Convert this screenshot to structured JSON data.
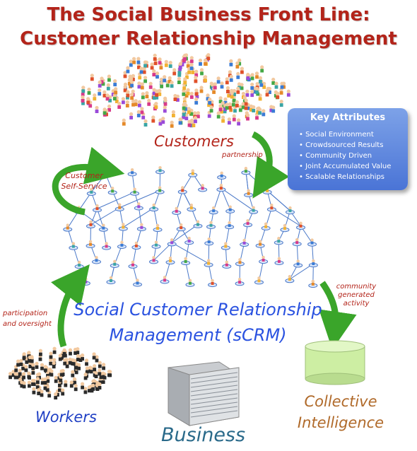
{
  "title": {
    "line1": "The Social Business Front Line:",
    "line2": "Customer Relationship Management"
  },
  "labels": {
    "customers": "Customers",
    "partnership": "partnership",
    "self_service_line1": "Customer",
    "self_service_line2": "Self-Service",
    "participation_line1": "participation",
    "participation_line2": "and oversight",
    "community_line1": "community",
    "community_line2": "generated",
    "community_line3": "activity",
    "scrm_line1": "Social Customer Relationship",
    "scrm_line2": "Management (sCRM)",
    "workers": "Workers",
    "business": "Business",
    "collective_line1": "Collective",
    "collective_line2": "Intelligence"
  },
  "key_attributes": {
    "title": "Key Attributes",
    "items": [
      "Social Environment",
      "Crowdsourced Results",
      "Community Driven",
      "Joint Accumulated Value",
      "Scalable Relationships"
    ]
  },
  "colors": {
    "title_red": "#b3241a",
    "arrow_green": "#3aa52a",
    "box_blue": "#5a82dc",
    "scrm_blue": "#2a52e0",
    "cylinder_green": "#cdeea3"
  }
}
